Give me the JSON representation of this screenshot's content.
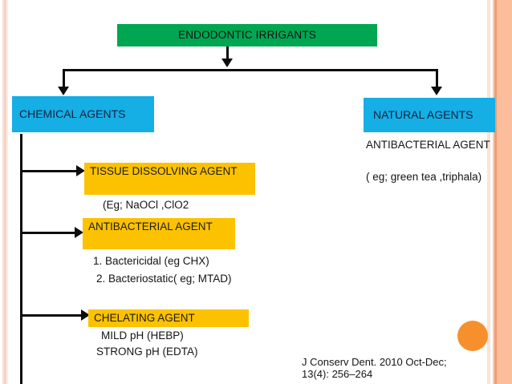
{
  "slide": {
    "title": "ENDODONTIC  IRRIGANTS",
    "citation": "J Conserv Dent. 2010 Oct-Dec; 13(4): 256–264"
  },
  "branches": {
    "chemical": {
      "label": "CHEMICAL AGENTS",
      "items": [
        {
          "heading": "TISSUE DISSOLVING AGENT",
          "detail": "(Eg; NaOCl ,ClO2"
        },
        {
          "heading": "ANTIBACTERIAL AGENT",
          "detail_1": "1. Bactericidal (eg CHX)",
          "detail_2": "2. Bacteriostatic( eg; MTAD)"
        },
        {
          "heading": "CHELATING AGENT",
          "detail_1": "MILD pH  (HEBP)",
          "detail_2": "STRONG pH  (EDTA)"
        }
      ]
    },
    "natural": {
      "label": "NATURAL  AGENTS",
      "subheading": "ANTIBACTERIAL AGENT",
      "example": "( eg; green tea ,triphala)"
    }
  },
  "colors": {
    "title_box": "#00a651",
    "branch_box": "#15aee5",
    "item_box": "#fcc200",
    "accent_circle": "#f6902c",
    "edge_stripe": "#fbbd9b",
    "connector": "#0d0d0d"
  }
}
